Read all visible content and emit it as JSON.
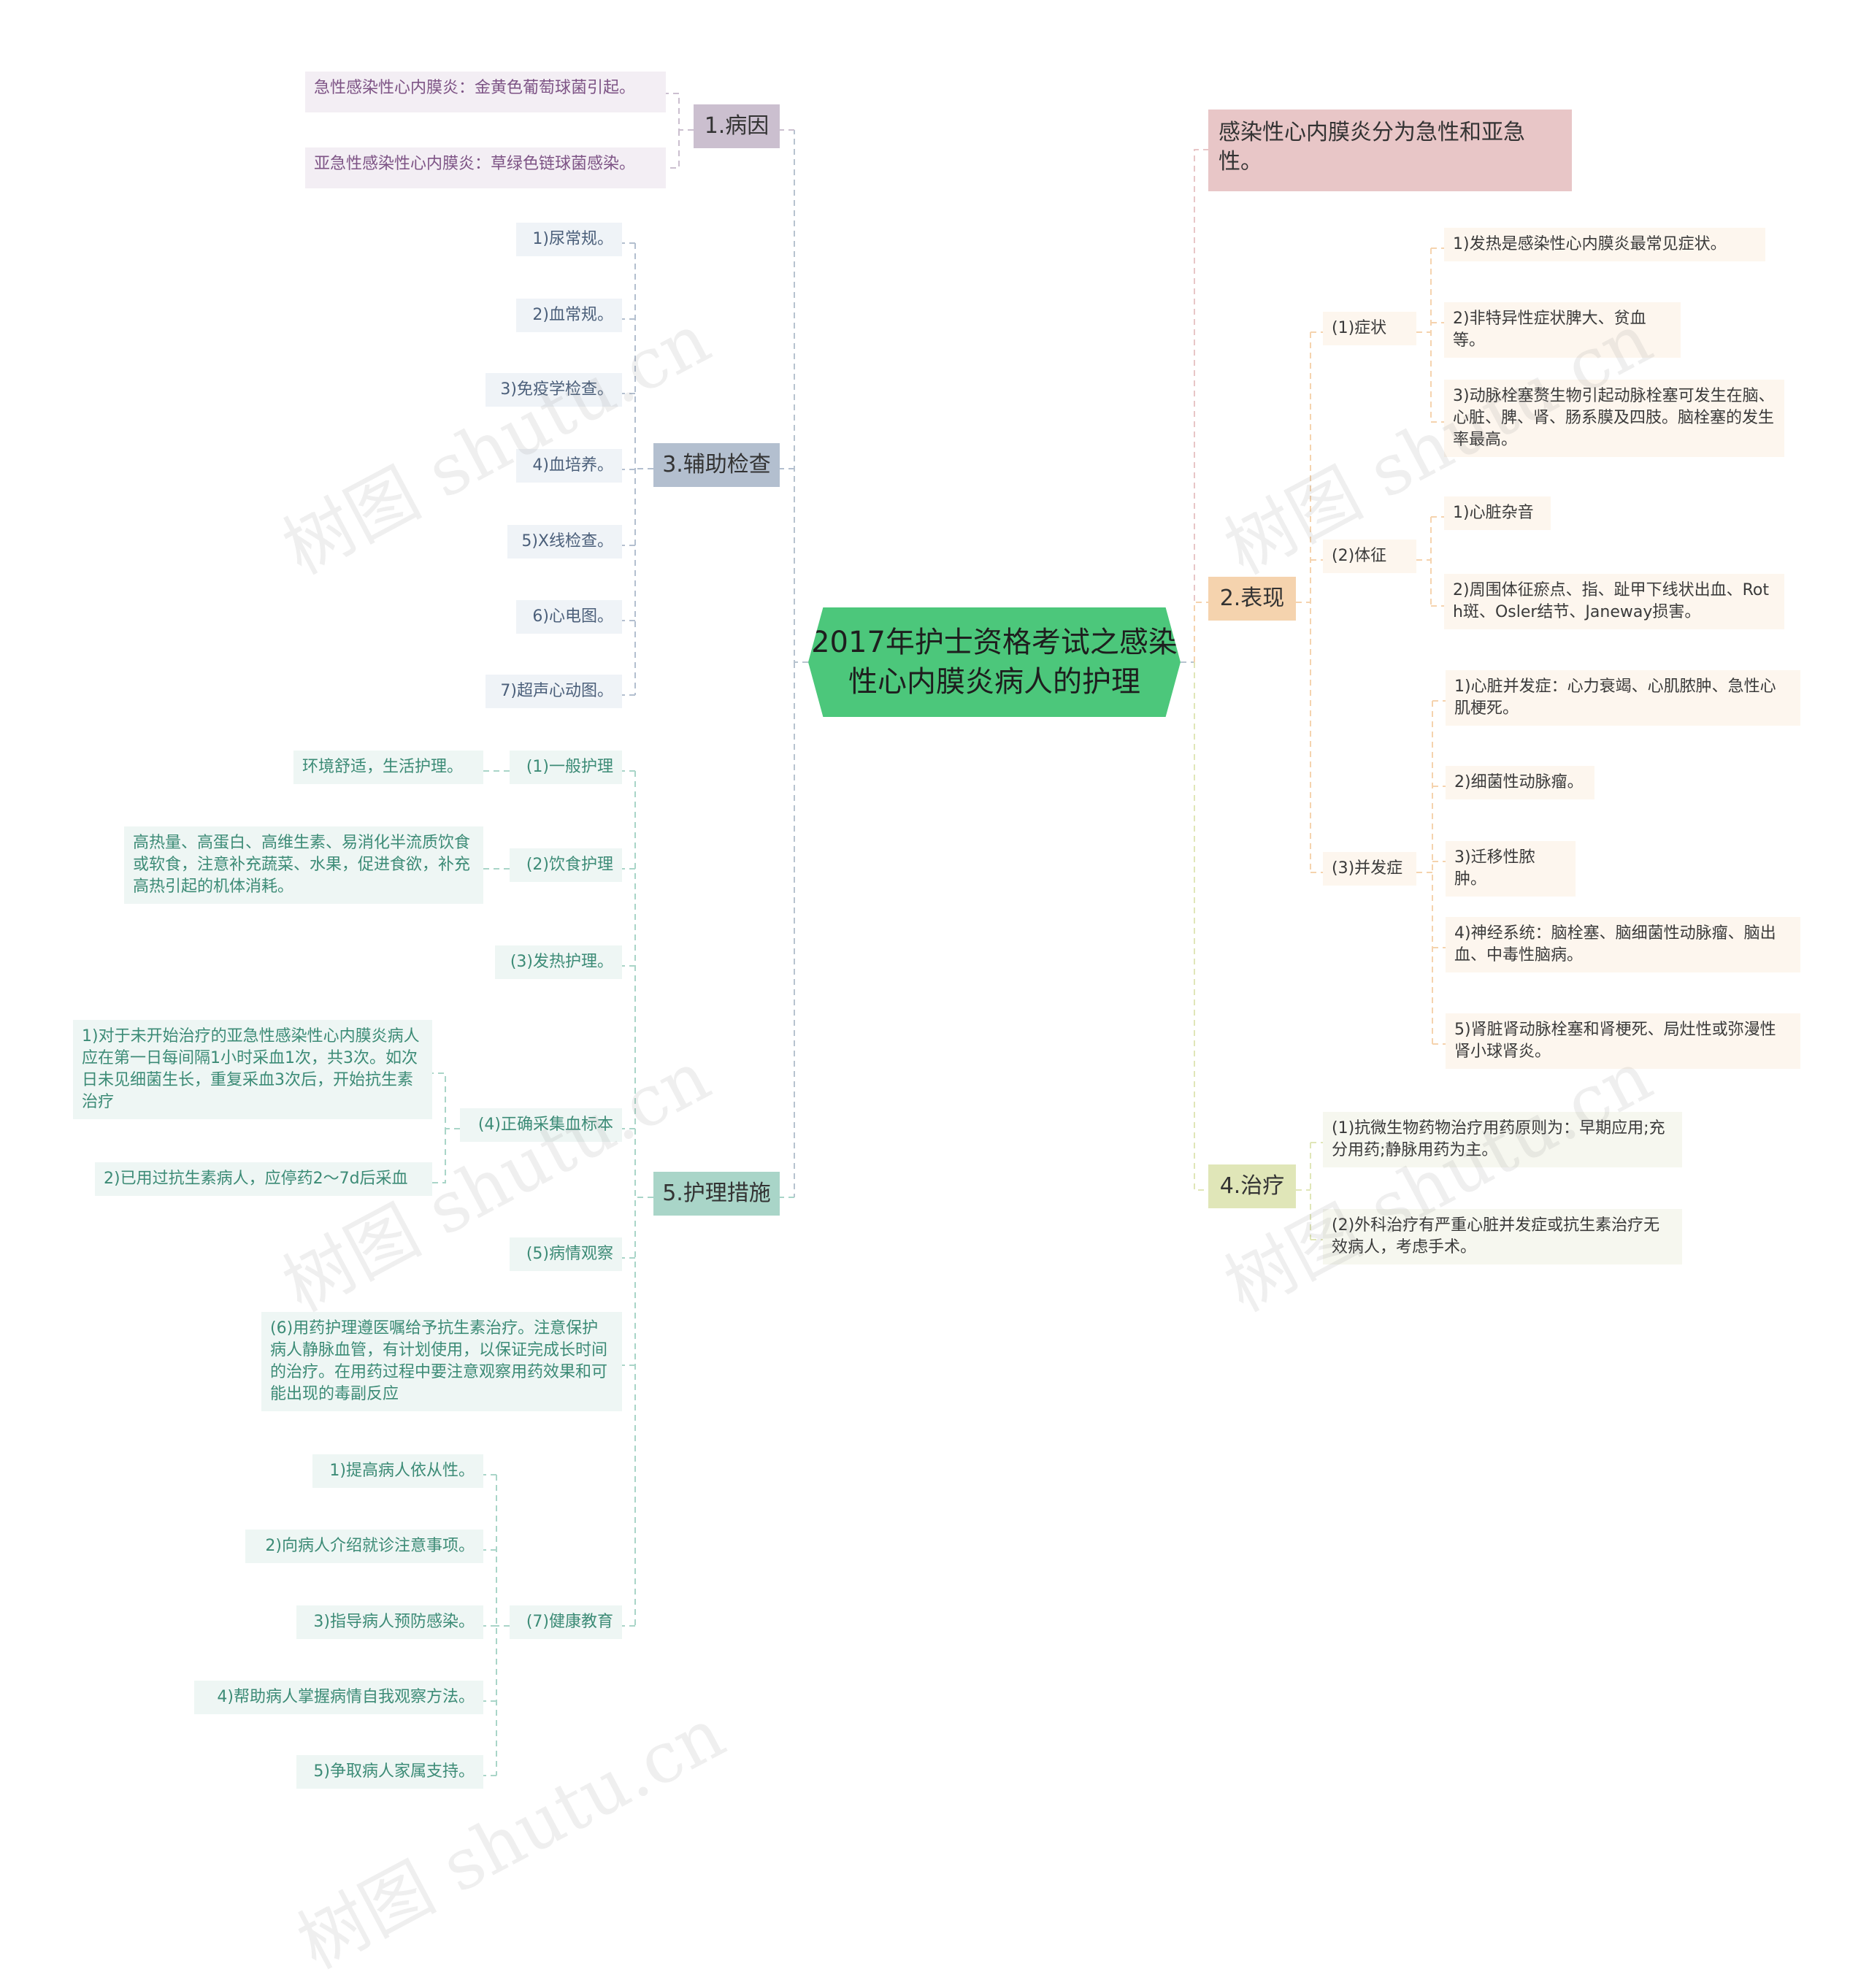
{
  "title": "2017年护士资格考试之感染性心内膜炎病人的护理",
  "watermark": "树图 shutu.cn",
  "left": {
    "cause": {
      "label": "1.病因",
      "items": [
        "急性感染性心内膜炎：金黄色葡萄球菌引起。",
        "亚急性感染性心内膜炎：草绿色链球菌感染。"
      ]
    },
    "exam": {
      "label": "3.辅助检查",
      "items": [
        "1)尿常规。",
        "2)血常规。",
        "3)免疫学检查。",
        "4)血培养。",
        "5)X线检查。",
        "6)心电图。",
        "7)超声心动图。"
      ]
    },
    "nursing": {
      "label": "5.护理措施",
      "general": {
        "label": "(1)一般护理",
        "detail": "环境舒适，生活护理。"
      },
      "diet": {
        "label": "(2)饮食护理",
        "detail": "高热量、高蛋白、高维生素、易消化半流质饮食或软食，注意补充蔬菜、水果，促进食欲，补充高热引起的机体消耗。"
      },
      "fever": {
        "label": "(3)发热护理。"
      },
      "blood": {
        "label": "(4)正确采集血标本",
        "items": [
          "1)对于未开始治疗的亚急性感染性心内膜炎病人应在第一日每间隔1小时采血1次，共3次。如次日未见细菌生长，重复采血3次后，开始抗生素治疗",
          "2)已用过抗生素病人，应停药2～7d后采血"
        ]
      },
      "observe": {
        "label": "(5)病情观察"
      },
      "drug": {
        "label": "(6)用药护理遵医嘱给予抗生素治疗。注意保护病人静脉血管，有计划使用，以保证完成长时间的治疗。在用药过程中要注意观察用药效果和可能出现的毒副反应"
      },
      "education": {
        "label": "(7)健康教育",
        "items": [
          "1)提高病人依从性。",
          "2)向病人介绍就诊注意事项。",
          "3)指导病人预防感染。",
          "4)帮助病人掌握病情自我观察方法。",
          "5)争取病人家属支持。"
        ]
      }
    }
  },
  "right": {
    "classification": "感染性心内膜炎分为急性和亚急性。",
    "manifest": {
      "label": "2.表现",
      "symptoms": {
        "label": "(1)症状",
        "items": [
          "1)发热是感染性心内膜炎最常见症状。",
          "2)非特异性症状脾大、贫血等。",
          "3)动脉栓塞赘生物引起动脉栓塞可发生在脑、心脏、脾、肾、肠系膜及四肢。脑栓塞的发生率最高。"
        ]
      },
      "signs": {
        "label": "(2)体征",
        "items": [
          "1)心脏杂音",
          "2)周围体征瘀点、指、趾甲下线状出血、Roth斑、Osler结节、Janeway损害。"
        ]
      },
      "complications": {
        "label": "(3)并发症",
        "items": [
          "1)心脏并发症：心力衰竭、心肌脓肿、急性心肌梗死。",
          "2)细菌性动脉瘤。",
          "3)迁移性脓肿。",
          "4)神经系统：脑栓塞、脑细菌性动脉瘤、脑出血、中毒性脑病。",
          "5)肾脏肾动脉栓塞和肾梗死、局灶性或弥漫性肾小球肾炎。"
        ]
      }
    },
    "treatment": {
      "label": "4.治疗",
      "items": [
        "(1)抗微生物药物治疗用药原则为：早期应用;充分用药;静脉用药为主。",
        "(2)外科治疗有严重心脏并发症或抗生素治疗无效病人，考虑手术。"
      ]
    }
  }
}
